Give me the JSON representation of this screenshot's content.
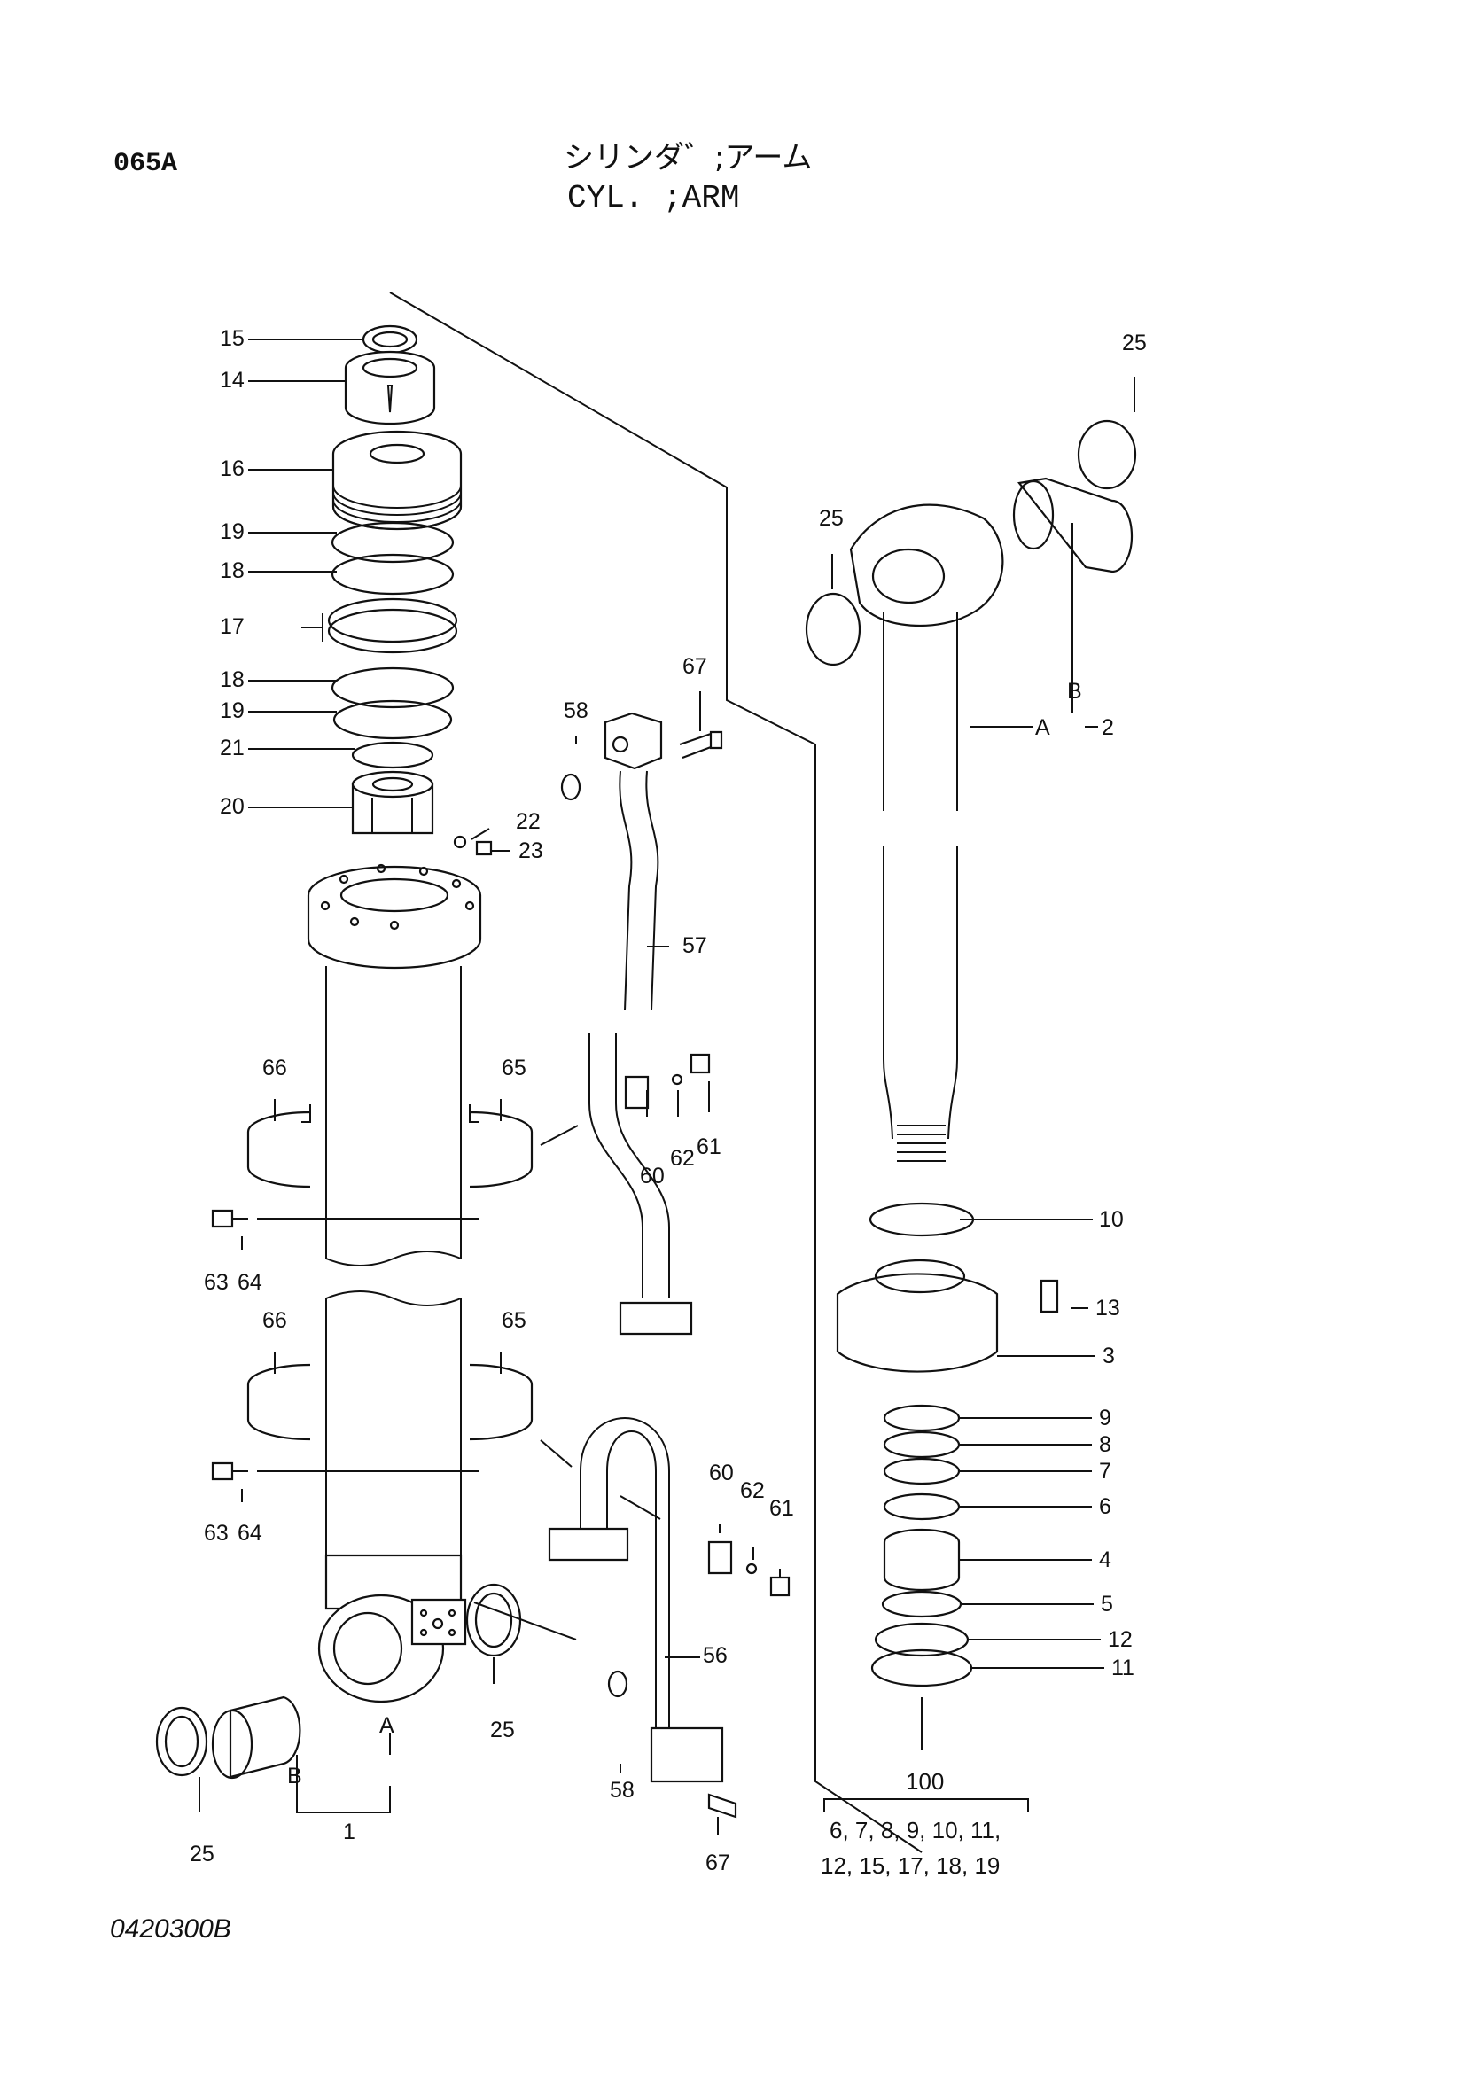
{
  "header": {
    "page_code": "065A",
    "title_jp": "シリンダ゛;アーム",
    "title_en": "CYL. ;ARM"
  },
  "footer": {
    "doc_code": "0420300B"
  },
  "kit": {
    "label": "100",
    "members_line1": "6, 7, 8, 9, 10, 11,",
    "members_line2": "12, 15, 17, 18, 19"
  },
  "callouts": {
    "c15": "15",
    "c14": "14",
    "c16": "16",
    "c19a": "19",
    "c18a": "18",
    "c17": "17",
    "c18b": "18",
    "c19b": "19",
    "c21": "21",
    "c20": "20",
    "c22": "22",
    "c23": "23",
    "c66a": "66",
    "c65a": "65",
    "c63a": "63",
    "c64a": "64",
    "c66b": "66",
    "c65b": "65",
    "c63b": "63",
    "c64b": "64",
    "c25a": "25",
    "cA1": "A",
    "cB1": "B",
    "c25b": "25",
    "c1": "1",
    "c58a": "58",
    "c67a": "67",
    "c57": "57",
    "c60a": "60",
    "c62a": "62",
    "c61a": "61",
    "c60b": "60",
    "c62b": "62",
    "c61b": "61",
    "c56": "56",
    "c58b": "58",
    "c67b": "67",
    "c25c": "25",
    "c25d": "25",
    "cB2": "B",
    "cA2": "A",
    "c2": "2",
    "c10": "10",
    "c13": "13",
    "c3": "3",
    "c9": "9",
    "c8": "8",
    "c7": "7",
    "c6": "6",
    "c4": "4",
    "c5": "5",
    "c12": "12",
    "c11": "11"
  }
}
